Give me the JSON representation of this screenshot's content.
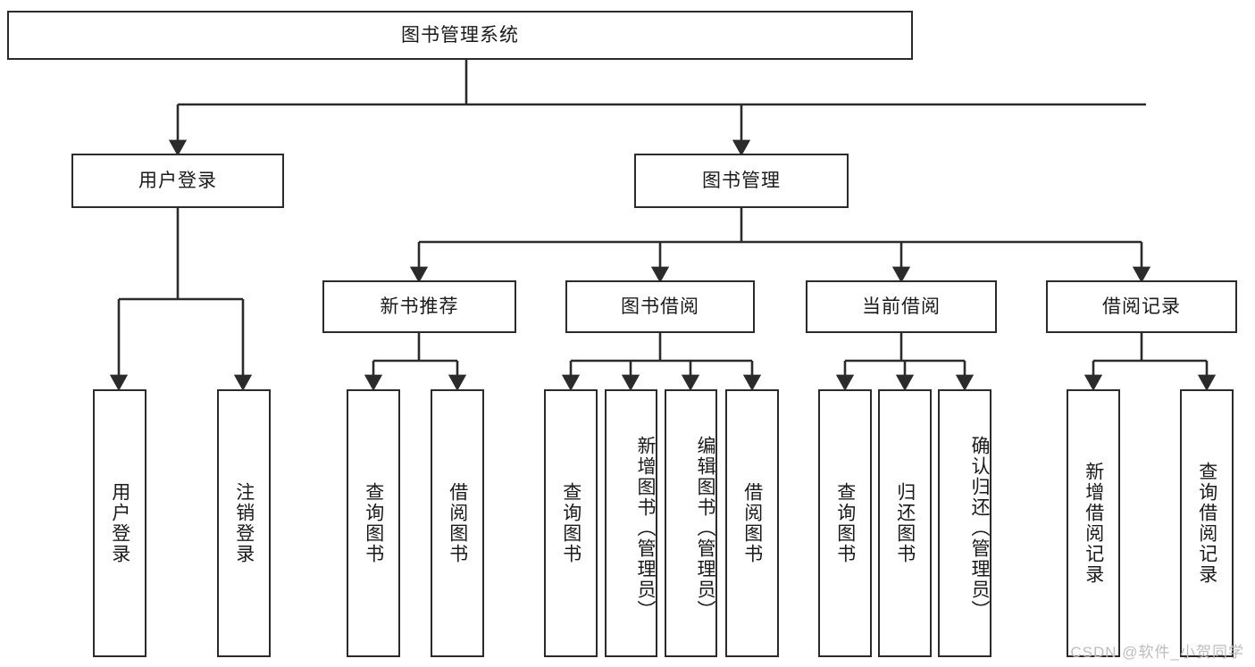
{
  "diagram": {
    "title": "图书管理系统",
    "type": "function-structure-tree",
    "colors": {
      "stroke": "#2b2b2b",
      "fill": "#ffffff",
      "text": "#1a1a1a",
      "watermark": "#bdbdbd"
    },
    "levels": {
      "root": {
        "label": "图书管理系统"
      },
      "level2": [
        {
          "label": "用户登录"
        },
        {
          "label": "图书管理"
        }
      ],
      "level3": [
        {
          "label": "新书推荐"
        },
        {
          "label": "图书借阅"
        },
        {
          "label": "当前借阅"
        },
        {
          "label": "借阅记录"
        }
      ],
      "leaves": [
        {
          "label": "用户登录",
          "parent": "用户登录",
          "align": "center"
        },
        {
          "label": "注销登录",
          "parent": "用户登录",
          "align": "center"
        },
        {
          "label": "查询图书",
          "parent": "新书推荐",
          "align": "center"
        },
        {
          "label": "借阅图书",
          "parent": "新书推荐",
          "align": "center"
        },
        {
          "label": "查询图书",
          "parent": "图书借阅",
          "align": "center"
        },
        {
          "label": "新增图书（管理员）",
          "parent": "图书借阅",
          "align": "top"
        },
        {
          "label": "编辑图书（管理员）",
          "parent": "图书借阅",
          "align": "top"
        },
        {
          "label": "借阅图书",
          "parent": "图书借阅",
          "align": "center"
        },
        {
          "label": "查询图书",
          "parent": "当前借阅",
          "align": "center"
        },
        {
          "label": "归还图书",
          "parent": "当前借阅",
          "align": "center"
        },
        {
          "label": "确认归还（管理员）",
          "parent": "当前借阅",
          "align": "top"
        },
        {
          "label": "新增借阅记录",
          "parent": "借阅记录",
          "align": "center"
        },
        {
          "label": "查询借阅记录",
          "parent": "借阅记录",
          "align": "center"
        }
      ]
    },
    "watermark": "CSDN @软件_小贺同学"
  }
}
